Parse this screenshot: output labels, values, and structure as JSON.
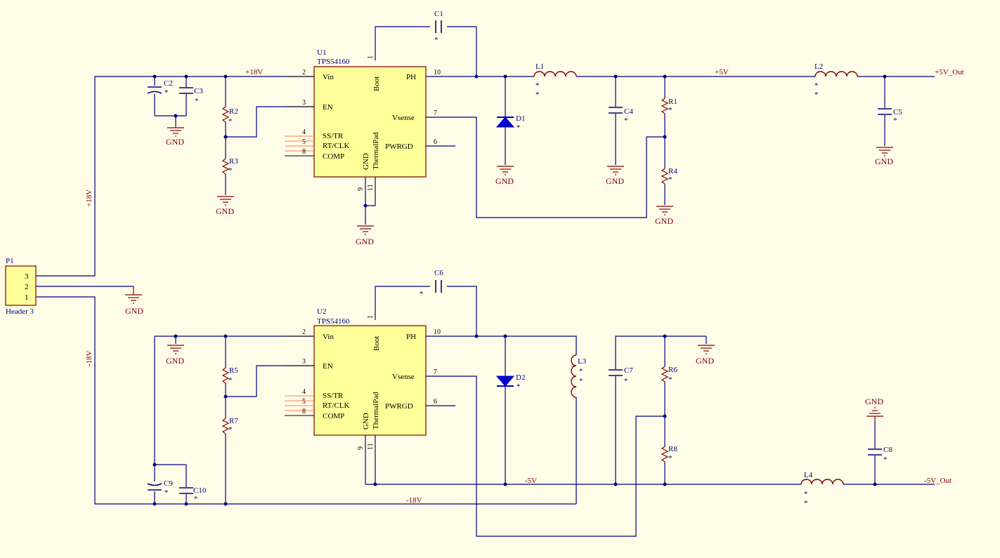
{
  "ics": [
    {
      "ref": "U1",
      "value": "TPS54160",
      "pins": {
        "vin": "Vin",
        "en": "EN",
        "ss": "SS/TR",
        "rt": "RT/CLK",
        "comp": "COMP",
        "boot": "Boot",
        "ph": "PH",
        "vsense": "Vsense",
        "pwrgd": "PWRGD",
        "gnd": "GND",
        "tpad": "ThermalPad"
      },
      "nums": {
        "vin": "2",
        "en": "3",
        "ss": "4",
        "rt": "5",
        "comp": "8",
        "boot": "1",
        "ph": "10",
        "vsense": "7",
        "pwrgd": "6",
        "gnd": "9",
        "tpad": "11"
      }
    },
    {
      "ref": "U2",
      "value": "TPS54160",
      "pins": {
        "vin": "Vin",
        "en": "EN",
        "ss": "SS/TR",
        "rt": "RT/CLK",
        "comp": "COMP",
        "boot": "Boot",
        "ph": "PH",
        "vsense": "Vsense",
        "pwrgd": "PWRGD",
        "gnd": "GND",
        "tpad": "ThermalPad"
      },
      "nums": {
        "vin": "2",
        "en": "3",
        "ss": "4",
        "rt": "5",
        "comp": "8",
        "boot": "1",
        "ph": "10",
        "vsense": "7",
        "pwrgd": "6",
        "gnd": "9",
        "tpad": "11"
      }
    }
  ],
  "header": {
    "ref": "P1",
    "value": "Header 3",
    "pins": [
      "3",
      "2",
      "1"
    ]
  },
  "parts": {
    "C1": "C1",
    "C2": "C2",
    "C3": "C3",
    "C4": "C4",
    "C5": "C5",
    "C6": "C6",
    "C7": "C7",
    "C8": "C8",
    "C9": "C9",
    "C10": "C10",
    "R1": "R1",
    "R2": "R2",
    "R3": "R3",
    "R4": "R4",
    "R5": "R5",
    "R6": "R6",
    "R7": "R7",
    "R8": "R8",
    "L1": "L1",
    "L2": "L2",
    "L3": "L3",
    "L4": "L4",
    "D1": "D1",
    "D2": "D2"
  },
  "value_mark": "*",
  "gnd_label": "GND",
  "nets": {
    "p18": "+18V",
    "p5": "+5V",
    "p5out": "+5V_Out",
    "m18": "-18V",
    "m5": "-5V",
    "m5out": "-5V_Out"
  },
  "colors": {
    "wire": "#000080",
    "ic_fill": "#ffff99",
    "gnd": "#800000",
    "background": "#fffde8"
  }
}
